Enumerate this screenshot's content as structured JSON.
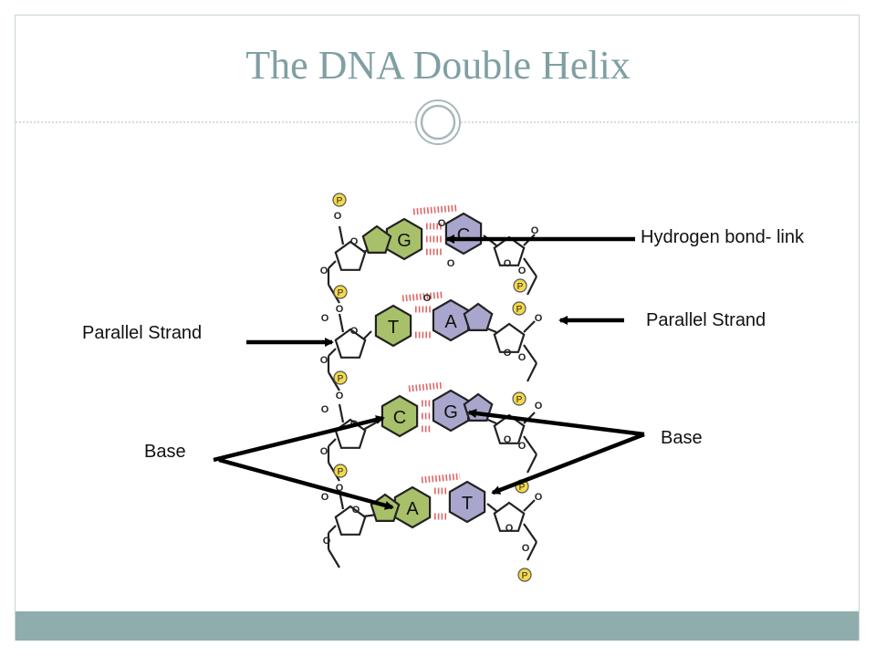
{
  "slide": {
    "title": "The DNA Double Helix"
  },
  "labels": {
    "hydrogen_bond": "Hydrogen bond- link",
    "parallel_strand_right": "Parallel Strand",
    "parallel_strand_left": "Parallel Strand",
    "base_left": "Base",
    "base_right": "Base"
  },
  "molecule": {
    "phosphate_letter": "P",
    "oxygen_letter": "O",
    "base_pairs": [
      {
        "left": "G",
        "right": "C"
      },
      {
        "left": "T",
        "right": "A"
      },
      {
        "left": "C",
        "right": "G"
      },
      {
        "left": "A",
        "right": "T"
      }
    ]
  },
  "colors": {
    "title": "#7f9fa3",
    "accent_bar": "#8fadac",
    "purine_green": "#a9c06a",
    "pyrimidine_purple": "#a9a6cd",
    "phosphate_yellow": "#f4d94c",
    "hydrogen_bond": "#e06666",
    "rule": "#a9b8ba"
  }
}
